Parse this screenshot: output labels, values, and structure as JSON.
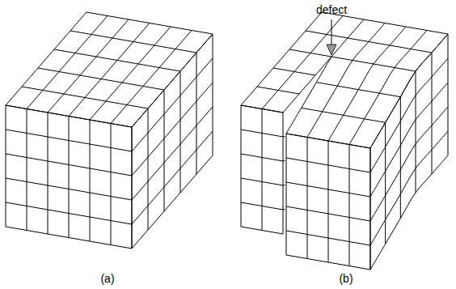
{
  "diagram": {
    "labels": [
      "defect",
      "(a)",
      "(b)"
    ]
  }
}
